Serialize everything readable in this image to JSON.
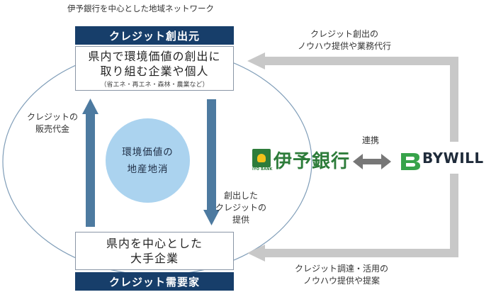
{
  "network_title": "伊予銀行を中心とした地域ネットワーク",
  "top_header": "クレジット創出元",
  "top_box": {
    "line1": "県内で環境価値の創出に",
    "line2": "取り組む企業や個人",
    "note": "（省エネ・再エネ・森林・農業など）"
  },
  "bottom_box": {
    "line1": "県内を中心とした",
    "line2": "大手企業"
  },
  "bottom_header": "クレジット需要家",
  "center_circle": {
    "line1": "環境価値の",
    "line2": "地産地消"
  },
  "left_label": {
    "line1": "クレジットの",
    "line2": "販売代金"
  },
  "mid_label": {
    "line1": "創出した",
    "line2": "クレジットの",
    "line3": "提供"
  },
  "top_right_label": {
    "line1": "クレジット創出の",
    "line2": "ノウハウ提供や業務代行"
  },
  "bottom_right_label": {
    "line1": "クレジット調達・活用の",
    "line2": "ノウハウ提供や提案"
  },
  "partnership_label": "連携",
  "iyo_bank": {
    "name": "伊予銀行",
    "subtext": "IYO BANK",
    "mark_icon": "iyo-bank-mark-icon"
  },
  "bywill": {
    "name": "BYWILL",
    "mark_icon": "bywill-mark-icon"
  },
  "colors": {
    "header_navy": "#173e6a",
    "arrow_blue": "#4d7aa0",
    "circle_blue": "#abd3ef",
    "gray_arrow": "#c8c8c8",
    "ellipse_line": "#7f9db8",
    "iyo_green": "#2d7c3a",
    "bywill_green": "#37a34a"
  }
}
